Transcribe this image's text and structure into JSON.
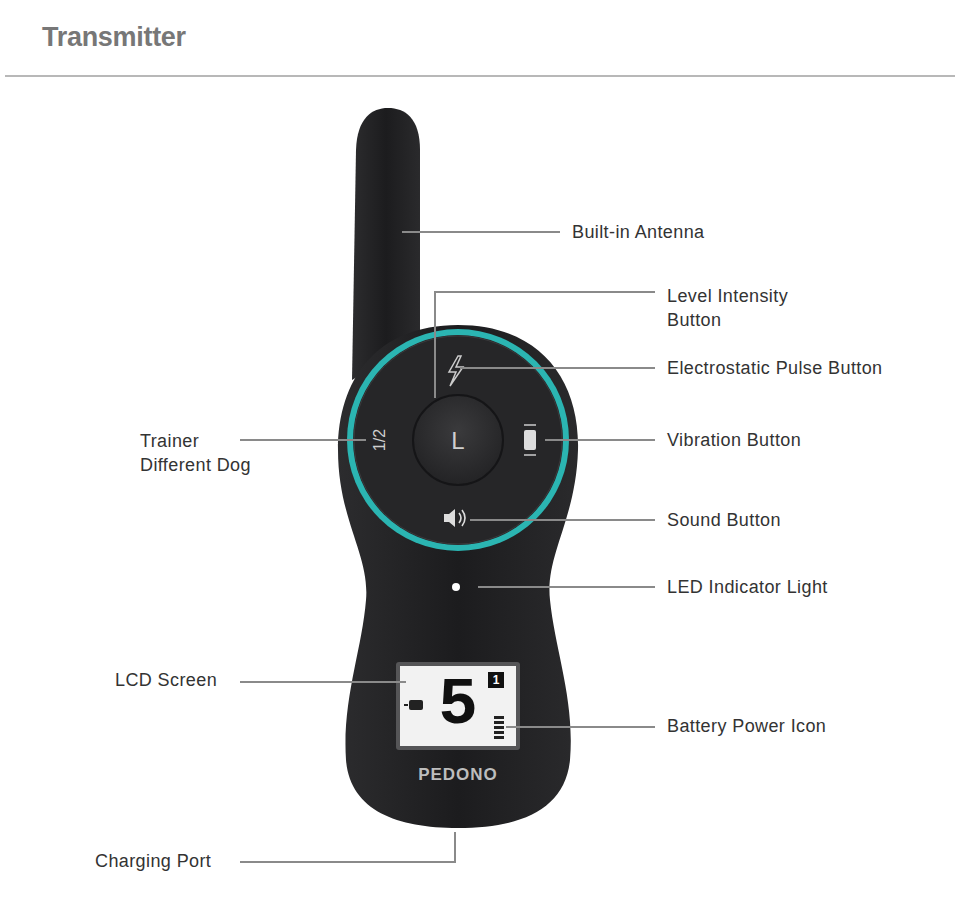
{
  "diagram": {
    "title": "Transmitter",
    "labels": [
      "Built-in Antenna",
      "Level Intensity Button",
      "Electrostatic Pulse Button",
      "Vibration Button",
      "Sound Button",
      "LED Indicator Light",
      "Trainer Different Dog",
      "LCD Screen",
      "Battery Power Icon",
      "Charging Port",
      "1/2",
      "L",
      "5",
      "1",
      "PEDONO"
    ]
  }
}
